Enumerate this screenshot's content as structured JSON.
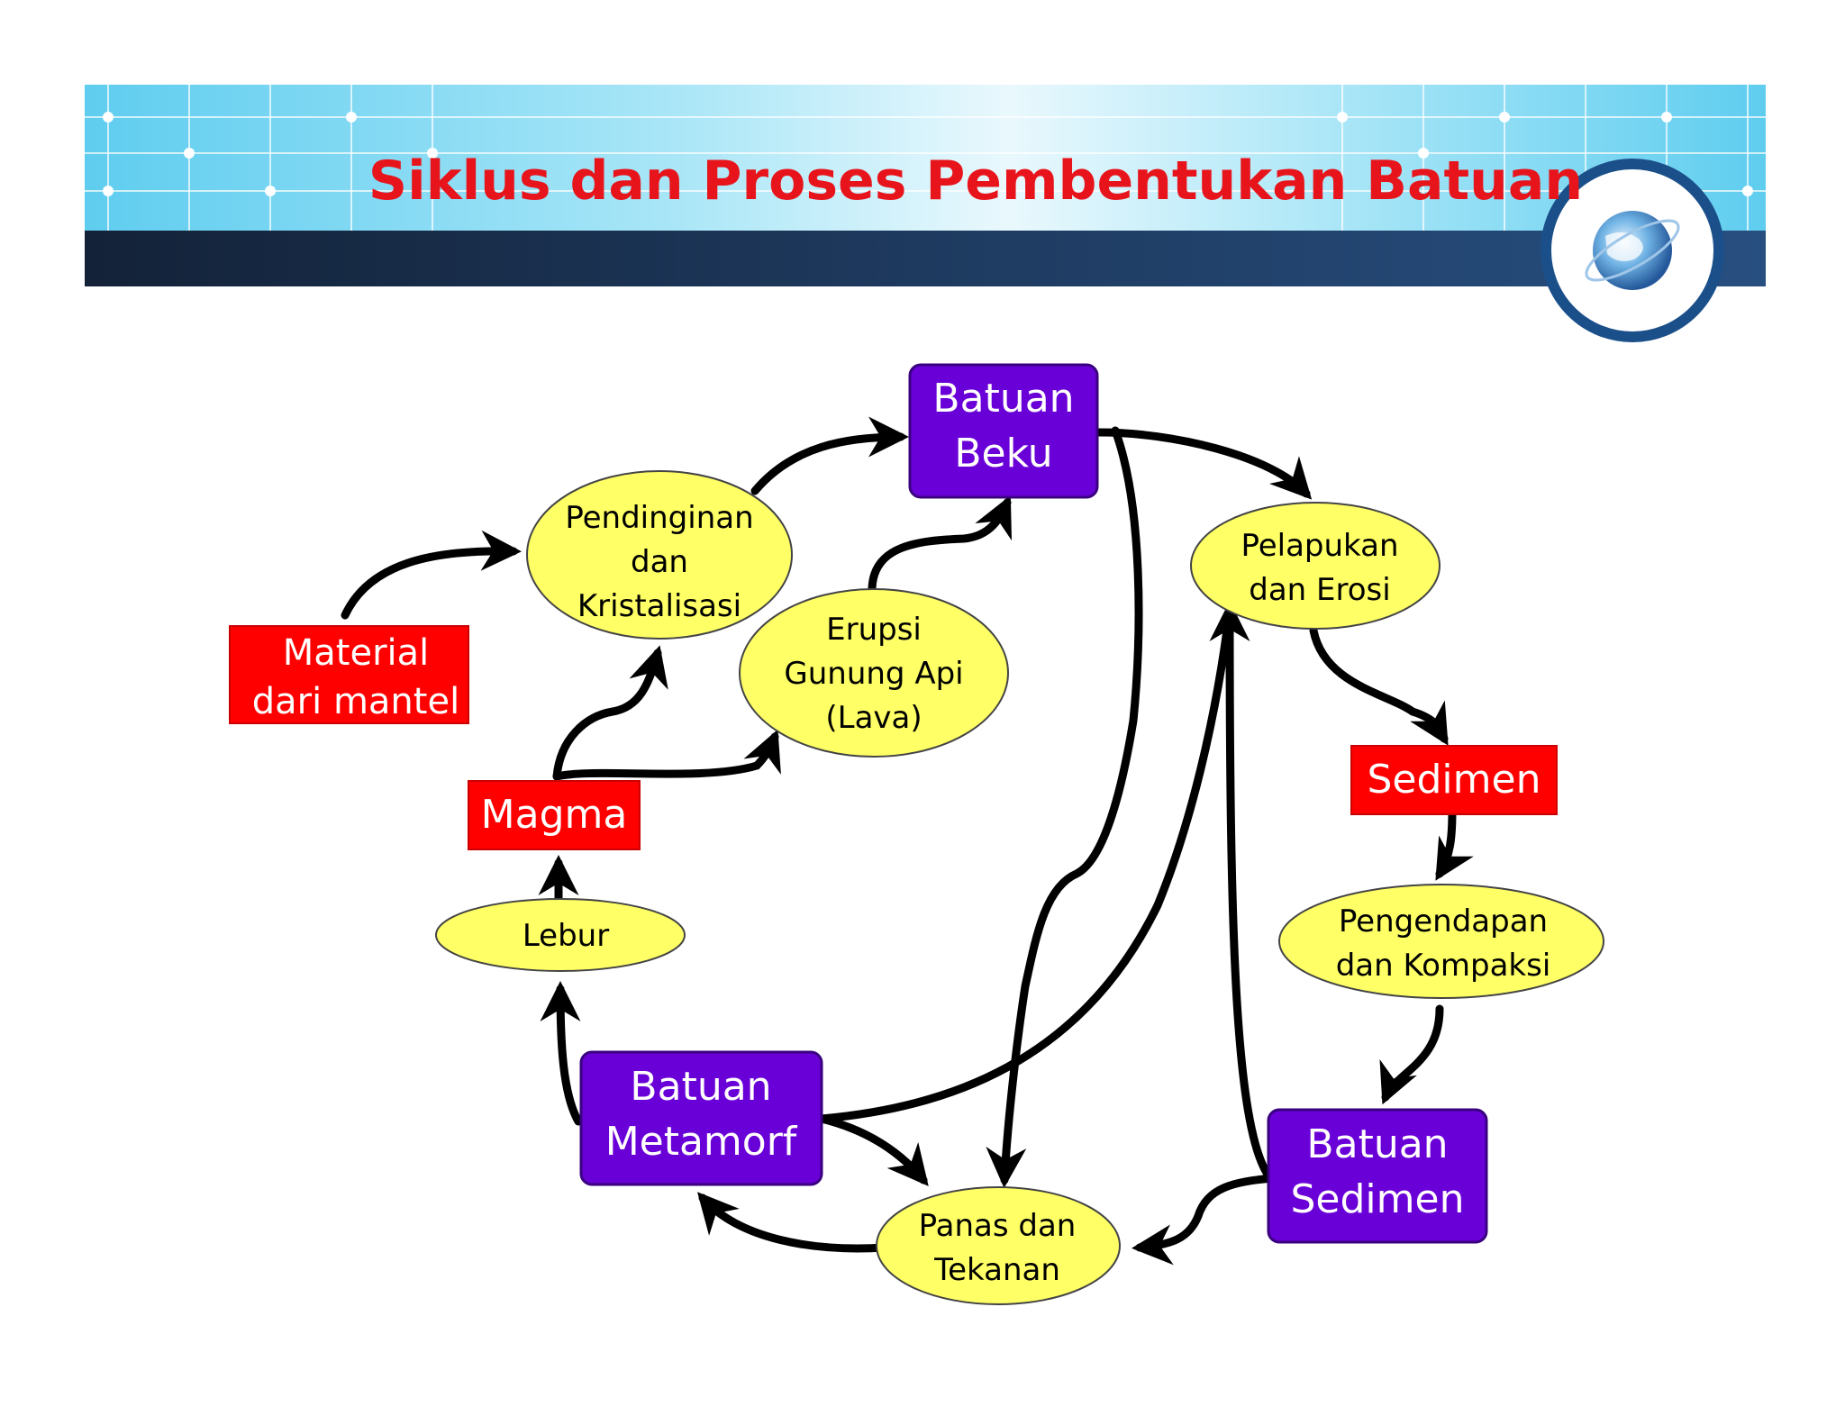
{
  "slide": {
    "title": "Siklus dan Proses Pembentukan Batuan"
  },
  "colors": {
    "title_red": "#e8141b",
    "header_light": "#6fd3f0",
    "header_dark": "#1c3556",
    "globe_ring": "#1b4f8a",
    "rock_purple": "#6a00d8",
    "material_red": "#ff0000",
    "process_yellow": "#ffff66",
    "arrow_black": "#000000"
  },
  "nodes": {
    "batuan_beku": {
      "line1": "Batuan",
      "line2": "Beku"
    },
    "pendinginan": {
      "line1": "Pendinginan",
      "line2": "dan",
      "line3": "Kristalisasi"
    },
    "material": {
      "line1": "Material",
      "line2": "dari mantel"
    },
    "erupsi": {
      "line1": "Erupsi",
      "line2": "Gunung Api",
      "line3": "(Lava)"
    },
    "magma": {
      "line1": "Magma"
    },
    "lebur": {
      "line1": "Lebur"
    },
    "pelapukan": {
      "line1": "Pelapukan",
      "line2": "dan Erosi"
    },
    "sedimen": {
      "line1": "Sedimen"
    },
    "pengendapan": {
      "line1": "Pengendapan",
      "line2": "dan Kompaksi"
    },
    "batuan_sedimen": {
      "line1": "Batuan",
      "line2": "Sedimen"
    },
    "batuan_metamorf": {
      "line1": "Batuan",
      "line2": "Metamorf"
    },
    "panas": {
      "line1": "Panas dan",
      "line2": "Tekanan"
    }
  }
}
